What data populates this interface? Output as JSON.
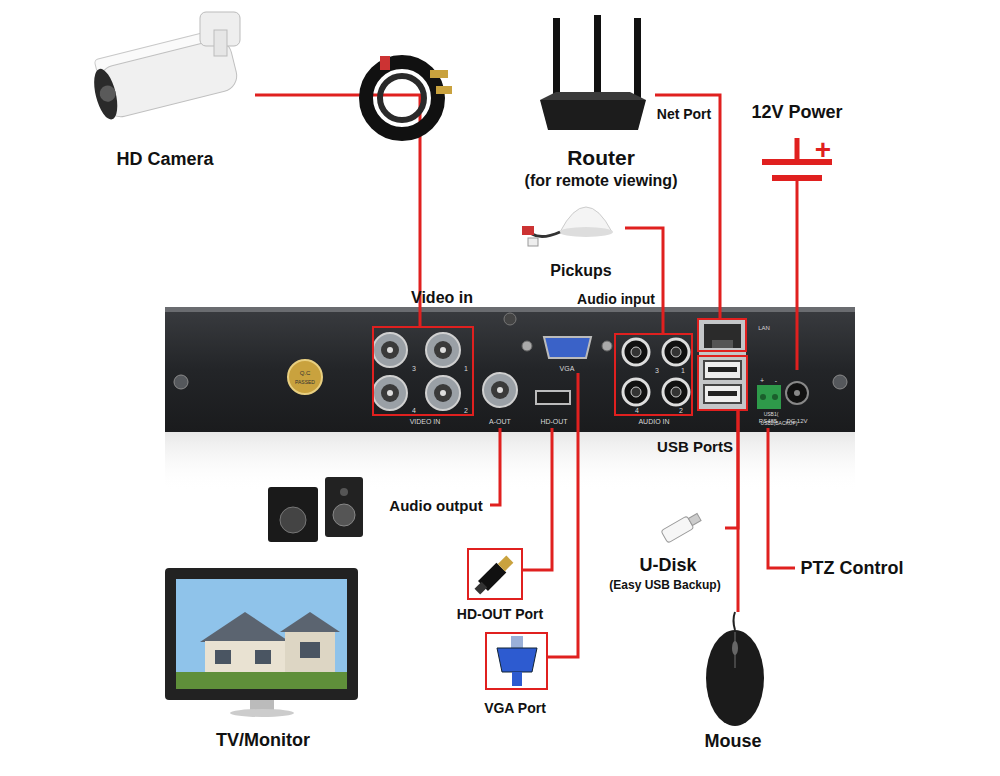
{
  "diagram": {
    "nodes": [
      {
        "text": [
          "HD Camera"
        ]
      },
      {
        "text": [
          "Router",
          "(for remote viewing)"
        ]
      },
      {
        "text": [
          "12V Power"
        ]
      },
      {
        "text": [
          "Pickups"
        ]
      },
      {
        "text": [
          "Video in",
          "3",
          "1",
          "4",
          "2",
          "VIDEO IN"
        ]
      },
      {
        "text": [
          "VGA"
        ]
      },
      {
        "text": [
          "Audio input",
          "3",
          "1",
          "4",
          "2",
          "AUDIO IN"
        ]
      },
      {
        "text": [
          "LAN"
        ]
      },
      {
        "text": [
          "USB PortS"
        ]
      },
      {
        "text": [
          "A-OUT"
        ]
      },
      {
        "text": [
          "HD-OUT"
        ]
      },
      {
        "text": [
          "RS485"
        ]
      },
      {
        "text": [
          "DC 12V"
        ]
      },
      {
        "text": [
          "Audio output"
        ]
      },
      {
        "text": [
          "U-Disk",
          "(Easy USB Backup)"
        ]
      },
      {
        "text": [
          "PTZ Control"
        ]
      },
      {
        "text": [
          "HD-OUT Port"
        ]
      },
      {
        "text": [
          "VGA Port"
        ]
      },
      {
        "text": [
          "TV/Monitor"
        ]
      },
      {
        "text": [
          "Mouse"
        ]
      }
    ],
    "edges": [
      {
        "from": 0,
        "to": 4,
        "arrow": "none"
      },
      {
        "from": 1,
        "to": 7,
        "label": "Net Port",
        "arrow": "none"
      },
      {
        "from": 2,
        "to": 12,
        "arrow": "none"
      },
      {
        "from": 3,
        "to": 6,
        "arrow": "none"
      },
      {
        "from": 9,
        "to": 13,
        "arrow": "none"
      },
      {
        "from": 10,
        "to": 16,
        "arrow": "none"
      },
      {
        "from": 5,
        "to": 17,
        "arrow": "none"
      },
      {
        "from": 8,
        "to": 14,
        "arrow": "none"
      },
      {
        "from": 8,
        "to": 19,
        "arrow": "none"
      },
      {
        "from": 11,
        "to": 15,
        "arrow": "none"
      }
    ],
    "labels": [
      "Q.C",
      "PASSED",
      "USB1(",
      "USB2(BACKUP)",
      "+",
      "-",
      "+"
    ]
  }
}
